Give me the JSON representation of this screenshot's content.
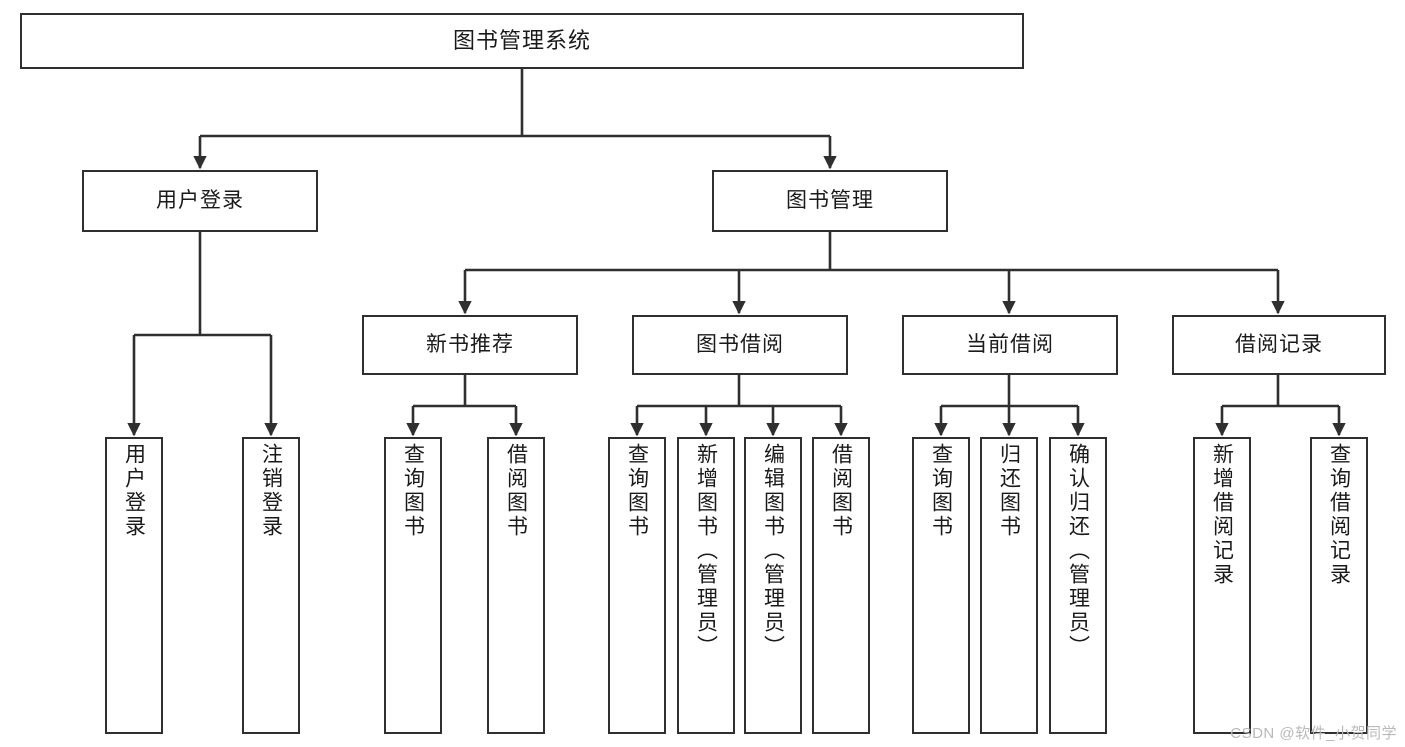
{
  "diagram": {
    "type": "tree-hierarchy",
    "title": "图书管理系统",
    "watermark": "CSDN @软件_小贺同学",
    "colors": {
      "box_border": "#2f2f2f",
      "box_fill": "#ffffff",
      "connector": "#2f2f2f",
      "text": "#1a1a1a",
      "watermark": "#b9b9b9",
      "background": "#ffffff"
    },
    "nodes": {
      "root": {
        "label": "图书管理系统"
      },
      "level1": [
        {
          "id": "user-login",
          "label": "用户登录"
        },
        {
          "id": "book-management",
          "label": "图书管理"
        }
      ],
      "level2": [
        {
          "id": "new-book-recommend",
          "label": "新书推荐",
          "parent": "book-management"
        },
        {
          "id": "book-borrow",
          "label": "图书借阅",
          "parent": "book-management"
        },
        {
          "id": "current-borrow",
          "label": "当前借阅",
          "parent": "book-management"
        },
        {
          "id": "borrow-record",
          "label": "借阅记录",
          "parent": "book-management"
        }
      ],
      "leaves": [
        {
          "id": "leaf-user-login",
          "label": "用户登录",
          "parent": "user-login"
        },
        {
          "id": "leaf-logout",
          "label": "注销登录",
          "parent": "user-login"
        },
        {
          "id": "leaf-query-book-1",
          "label": "查询图书",
          "parent": "new-book-recommend"
        },
        {
          "id": "leaf-borrow-book-1",
          "label": "借阅图书",
          "parent": "new-book-recommend"
        },
        {
          "id": "leaf-query-book-2",
          "label": "查询图书",
          "parent": "book-borrow"
        },
        {
          "id": "leaf-add-book",
          "label": "新增图书（管理员）",
          "parent": "book-borrow"
        },
        {
          "id": "leaf-edit-book",
          "label": "编辑图书（管理员）",
          "parent": "book-borrow"
        },
        {
          "id": "leaf-borrow-book-2",
          "label": "借阅图书",
          "parent": "book-borrow"
        },
        {
          "id": "leaf-query-book-3",
          "label": "查询图书",
          "parent": "current-borrow"
        },
        {
          "id": "leaf-return-book",
          "label": "归还图书",
          "parent": "current-borrow"
        },
        {
          "id": "leaf-confirm-return",
          "label": "确认归还（管理员）",
          "parent": "current-borrow"
        },
        {
          "id": "leaf-add-record",
          "label": "新增借阅记录",
          "parent": "borrow-record"
        },
        {
          "id": "leaf-query-record",
          "label": "查询借阅记录",
          "parent": "borrow-record"
        }
      ]
    }
  }
}
